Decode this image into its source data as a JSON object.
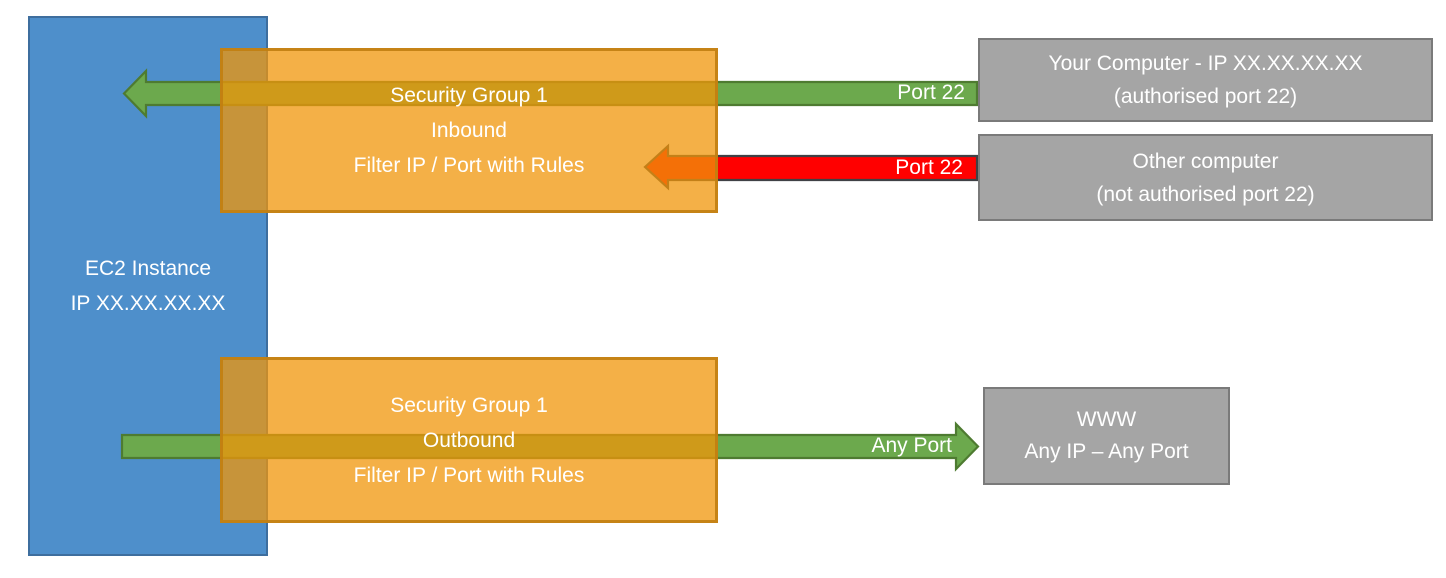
{
  "diagram": {
    "title": "EC2 Security Group inbound/outbound filtering diagram",
    "ec2": {
      "line1": "EC2 Instance",
      "line2": "IP XX.XX.XX.XX"
    },
    "sg_inbound": {
      "line1": "Security Group 1",
      "line2": "Inbound",
      "line3": "Filter IP / Port with Rules"
    },
    "sg_outbound": {
      "line1": "Security Group 1",
      "line2": "Outbound",
      "line3": "Filter IP / Port with Rules"
    },
    "your_computer": {
      "line1": "Your Computer - IP XX.XX.XX.XX",
      "line2": "(authorised port 22)"
    },
    "other_computer": {
      "line1": "Other computer",
      "line2": "(not authorised port 22)"
    },
    "www": {
      "line1": "WWW",
      "line2": "Any IP – Any Port"
    },
    "arrows": {
      "inbound_allowed": {
        "label": "Port 22",
        "color": "#6CA94D",
        "direction": "left"
      },
      "inbound_blocked": {
        "label": "Port 22",
        "color": "#FF0000",
        "direction": "left"
      },
      "outbound": {
        "label": "Any Port",
        "color": "#6CA94D",
        "direction": "right"
      }
    },
    "colors": {
      "ec2_blue": "#4E8FCB",
      "ec2_blue_border": "#3E6E9E",
      "security_group_orange": "#F4B047",
      "security_group_border": "#C78B29",
      "allowed_green": "#6CA94D",
      "allowed_green_border": "#4E7B31",
      "blocked_red": "#FF0000",
      "blocked_red_border": "#3F4145",
      "endpoint_gray": "#A5A5A5",
      "endpoint_gray_border": "#7A7A7A"
    }
  }
}
